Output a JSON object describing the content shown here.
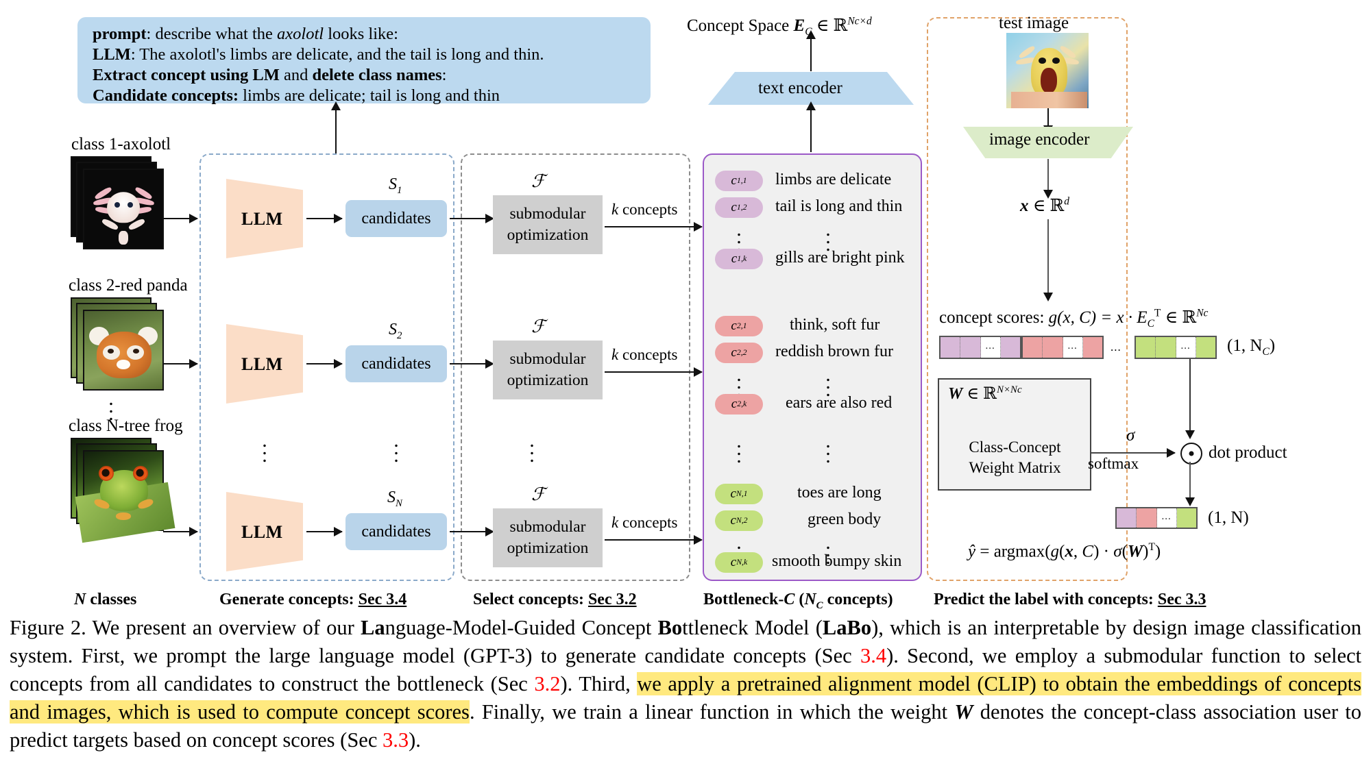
{
  "prompt_box": {
    "line1_label": "prompt",
    "line1_rest_a": ": describe what the ",
    "line1_italic": "axolotl",
    "line1_rest_b": " looks like:",
    "line2_label": "LLM",
    "line2_rest": ": The axolotl's limbs are delicate, and the tail is long and thin.",
    "line3_a": "Extract concept using LM",
    "line3_mid": " and ",
    "line3_b": "delete class names",
    "line3_end": ":",
    "line4_label": "Candidate concepts:",
    "line4_rest": " limbs are delicate; tail is long and thin"
  },
  "classes": [
    {
      "label": "class 1-axolotl",
      "name": "axolotl"
    },
    {
      "label": "class 2-red panda",
      "name": "red panda"
    },
    {
      "label": "class N-tree frog",
      "name": "tree frog"
    }
  ],
  "pipeline": {
    "llm_label": "LLM",
    "candidates_label": "candidates",
    "submodular_line1": "submodular",
    "submodular_line2": "optimization",
    "f_symbol": "ℱ",
    "k_concepts_label": "k concepts",
    "s_tags": [
      "S1",
      "S2",
      "SN"
    ],
    "s_tag_base": "S",
    "s_tag_subs": [
      "1",
      "2",
      "N"
    ]
  },
  "bottleneck": {
    "groups": [
      {
        "color_name": "purple",
        "color": "#d8b9d8",
        "rows": [
          {
            "chip_base": "c",
            "chip_sub": "1,1",
            "text": "limbs are delicate"
          },
          {
            "chip_base": "c",
            "chip_sub": "1,2",
            "text": "tail is long and thin"
          },
          {
            "chip_base": "c",
            "chip_sub": "1,k",
            "text": "gills are bright pink"
          }
        ]
      },
      {
        "color_name": "red",
        "color": "#eda3a3",
        "rows": [
          {
            "chip_base": "c",
            "chip_sub": "2,1",
            "text": "think, soft fur"
          },
          {
            "chip_base": "c",
            "chip_sub": "2,2",
            "text": "reddish brown fur"
          },
          {
            "chip_base": "c",
            "chip_sub": "2,k",
            "text": "ears are also red"
          }
        ]
      },
      {
        "color_name": "green",
        "color": "#c3e07e",
        "rows": [
          {
            "chip_base": "c",
            "chip_sub": "N,1",
            "text": "toes are long"
          },
          {
            "chip_base": "c",
            "chip_sub": "N,2",
            "text": "green body"
          },
          {
            "chip_base": "c",
            "chip_sub": "N,k",
            "text": "smooth bumpy skin"
          }
        ]
      }
    ]
  },
  "right_panel": {
    "concept_space_label": "Concept Space",
    "concept_space_sym": "E",
    "concept_space_sub": "C",
    "concept_space_set": "∈ ℝ",
    "concept_space_dim": "Nc×d",
    "text_encoder": "text encoder",
    "test_image_label": "test image",
    "image_encoder": "image encoder",
    "x_symbol": "x",
    "x_set": "∈ ℝ",
    "x_dim": "d",
    "concept_scores_label": "concept scores:",
    "concept_scores_eq": "g(x, C) =  x · E",
    "concept_scores_sub": "C",
    "concept_scores_T": "T",
    "concept_scores_set": "∈ ℝ",
    "concept_scores_dim": "Nc",
    "score_vec_shape": "(1, Nc)",
    "score_vec_shape_base": "(1, N",
    "score_vec_shape_sub": "C",
    "score_vec_shape_end": ")",
    "w_symbol": "W",
    "w_set": "∈ ℝ",
    "w_dim": "N×Nc",
    "w_line1": "Class-Concept",
    "w_line2": "Weight Matrix",
    "sigma": "σ",
    "softmax": "softmax",
    "dot_product": "dot product",
    "out_vec_shape": "(1, N)",
    "final_eq": "ŷ = argmax(g(x, C) · σ(W)T)",
    "dots": "..."
  },
  "section_labels": [
    {
      "text": "N classes",
      "italic_lead": "N",
      "rest": " classes"
    },
    {
      "bold": "Generate concepts:",
      "link": "Sec 3.4"
    },
    {
      "bold": "Select concepts:",
      "link": "Sec 3.2"
    },
    {
      "bold": "Bottleneck-C (NC concepts)"
    },
    {
      "bold": "Predict the label with concepts:",
      "link": "Sec 3.3"
    }
  ],
  "caption": {
    "p1": "Figure 2. We present an overview of our ",
    "b1": "La",
    "p2": "nguage-Model-Guided Concept ",
    "b2": "Bo",
    "p3": "ttleneck Model (",
    "b3": "LaBo",
    "p4": "), which is an interpretable by design image classification system. First, we prompt the large language model (GPT-3) to generate candidate concepts (Sec ",
    "r1": "3.4",
    "p5": "). Second, we employ a submodular function to select concepts from all candidates to construct the bottleneck (Sec ",
    "r2": "3.2",
    "p6": "). Third, ",
    "h1": "we apply a pretrained alignment model (CLIP) to obtain the embeddings of concepts and images, which is used to compute concept scores",
    "p7": ". Finally, we train a linear function in which the weight ",
    "bw": "W",
    "p8": " denotes the concept-class association user to predict targets based on concept scores (Sec ",
    "r3": "3.3",
    "p9": ")."
  }
}
